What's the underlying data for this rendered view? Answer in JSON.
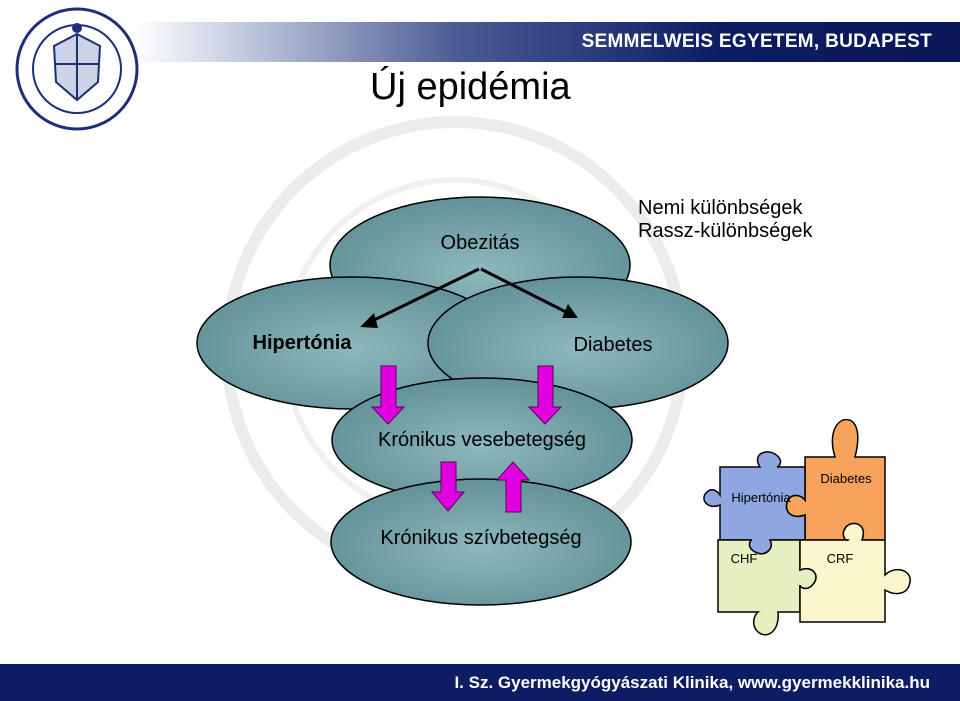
{
  "header": {
    "institution": "SEMMELWEIS EGYETEM, BUDAPEST"
  },
  "slide": {
    "title": "Új epidémia"
  },
  "notes": [
    "Nemi különbségek",
    "Rassz-különbségek"
  ],
  "diagram": {
    "obesity": "Obezitás",
    "hypertension": "Hipertónia",
    "diabetes": "Diabetes",
    "ckd": "Krónikus vesebetegség",
    "heart": "Krónikus szívbetegség"
  },
  "puzzle": {
    "hypertension": "Hipertónia",
    "diabetes": "Diabetes",
    "chf": "CHF",
    "crf": "CRF"
  },
  "footer": {
    "text": "I. Sz. Gyermekgyógyászati Klinika, www.gyermekklinika.hu"
  },
  "colors": {
    "navy": "#0d1c63",
    "ellipse_fill": "#6e9ca2",
    "arrow_magenta": "#e000e0",
    "puzzle_blue": "#8fa6e0",
    "puzzle_orange": "#f7a35c",
    "puzzle_green": "#e6efbf",
    "puzzle_cream": "#fbf6cc"
  }
}
